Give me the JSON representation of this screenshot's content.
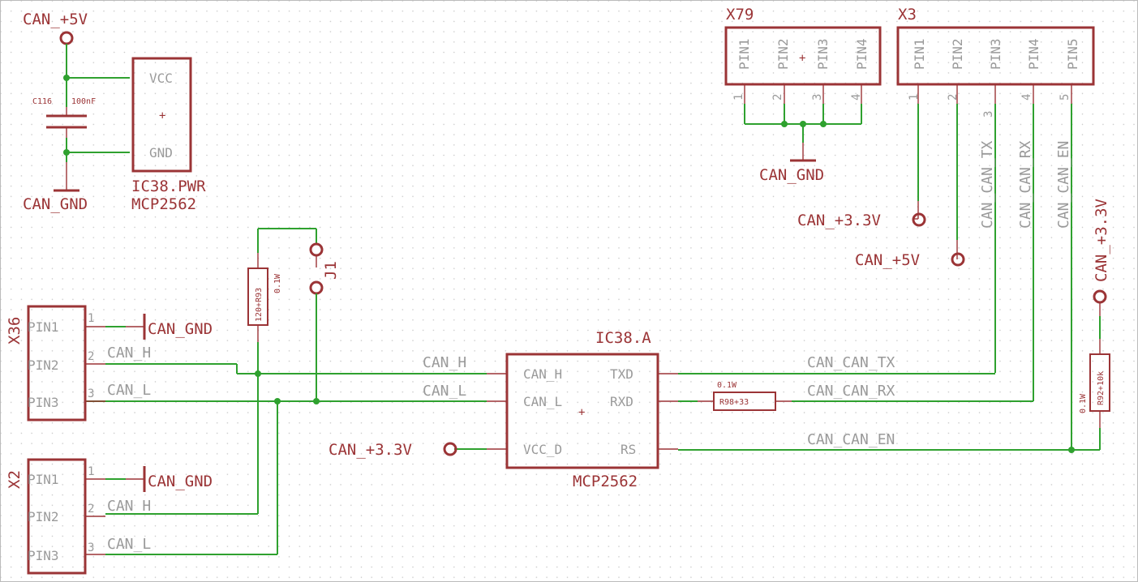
{
  "power_ic": {
    "ref": "IC38.PWR",
    "value": "MCP2562",
    "pins": [
      "VCC",
      "GND"
    ]
  },
  "capacitor": {
    "ref": "C116",
    "value": "100nF"
  },
  "supply_labels": {
    "top_5v": "CAN_+5V",
    "top_gnd": "CAN_GND",
    "x79_gnd": "CAN_GND",
    "x3_pin1": "CAN_+3.3V",
    "x3_pin2": "CAN_+5V",
    "ic_vcc": "CAN_+3.3V",
    "rs_pullup": "CAN_+3.3V",
    "x36_gnd": "CAN_GND",
    "x2_gnd": "CAN_GND"
  },
  "x79": {
    "ref": "X79",
    "pins": [
      "PIN1",
      "PIN2",
      "PIN3",
      "PIN4"
    ],
    "numbers": [
      "1",
      "2",
      "3",
      "4"
    ]
  },
  "x3": {
    "ref": "X3",
    "pins": [
      "PIN1",
      "PIN2",
      "PIN3",
      "PIN4",
      "PIN5"
    ],
    "numbers": [
      "1",
      "2",
      "3",
      "4",
      "5"
    ],
    "nets": [
      "CAN_CAN_TX",
      "CAN_CAN_RX",
      "CAN_CAN_EN"
    ]
  },
  "resistors": {
    "r93": {
      "ref": "120+R93",
      "power": "0.1W"
    },
    "r98": {
      "ref": "R98+33",
      "power": "0.1W"
    },
    "r92": {
      "ref": "R92+10k",
      "power": "0.1W"
    }
  },
  "jumper": {
    "ref": "J1"
  },
  "x36": {
    "ref": "X36",
    "pins": [
      "PIN1",
      "PIN2",
      "PIN3"
    ],
    "numbers": [
      "1",
      "2",
      "3"
    ],
    "nets": [
      "CAN_H",
      "CAN_L"
    ]
  },
  "x2": {
    "ref": "X2",
    "pins": [
      "PIN1",
      "PIN2",
      "PIN3"
    ],
    "numbers": [
      "1",
      "2",
      "3"
    ],
    "nets": [
      "CAN_H",
      "CAN_L"
    ]
  },
  "ic_a": {
    "ref": "IC38.A",
    "value": "MCP2562",
    "pins_left": [
      "CAN_H",
      "CAN_L",
      "VCC_D"
    ],
    "pins_right": [
      "TXD",
      "RXD",
      "RS"
    ],
    "nets_left": [
      "CAN_H",
      "CAN_L"
    ],
    "nets_right": [
      "CAN_CAN_TX",
      "CAN_CAN_RX",
      "CAN_CAN_EN"
    ]
  },
  "colors": {
    "component": "#9b3436",
    "wire": "#2fa12f",
    "net_label": "#9a9a9a",
    "grid": "#c8c8c8"
  }
}
